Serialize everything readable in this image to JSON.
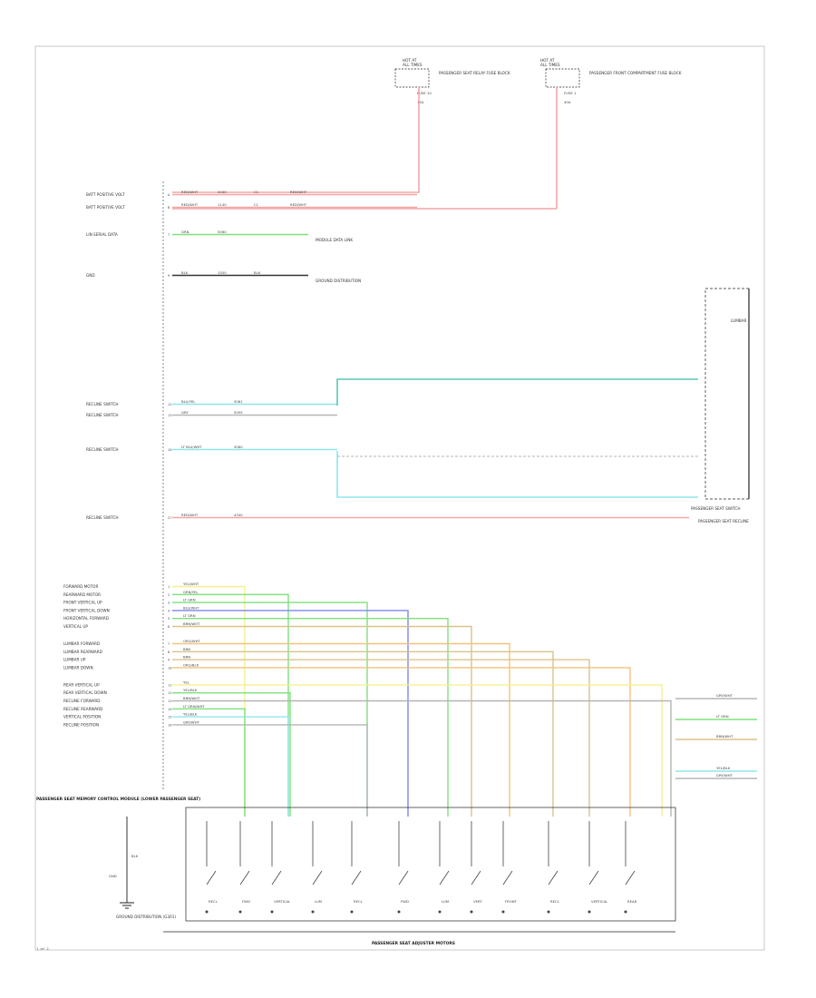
{
  "colors": {
    "red": "#f2a6a6",
    "green": "#7de07d",
    "cyan": "#8fe6ea",
    "teal": "#58c9b3",
    "yellow": "#f6f08a",
    "blue": "#7f86f0",
    "orange": "#f5c27a",
    "tan": "#d9c38a",
    "gray": "#b5b5b5",
    "black": "#333333"
  },
  "top_fuses": [
    {
      "line1": "HOT AT",
      "line2": "ALL TIMES",
      "fuse": "FUSE 10",
      "amp": "15A",
      "label": "PASSENGER SEAT RELAY FUSE BLOCK",
      "wire": "RED/WHT"
    },
    {
      "line1": "HOT AT",
      "line2": "ALL TIMES",
      "fuse": "FUSE 1",
      "amp": "40A",
      "label": "PASSENGER FRONT COMPARTMENT FUSE BLOCK",
      "wire": "RED/WHT"
    }
  ],
  "upper_rows": [
    {
      "label": "BATT POSITIVE VOLT",
      "pin": "A",
      "wires": [
        "RED/WHT",
        "2040",
        "C1",
        "RED/WHT"
      ],
      "color": "red"
    },
    {
      "label": "BATT POSITIVE VOLT",
      "pin": "B",
      "wires": [
        "RED/WHT",
        "1140",
        "C1",
        "RED/WHT"
      ],
      "color": "red"
    },
    {
      "label": "LIN SERIAL DATA",
      "pin": "7",
      "wires": [
        "GRN",
        "5060"
      ],
      "color": "green",
      "dest": "MODULE DATA LINK"
    },
    {
      "label": "GND",
      "pin": "9",
      "wires": [
        "BLK",
        "1550",
        "BLK"
      ],
      "color": "black",
      "dest": "GROUND DISTRIBUTION"
    }
  ],
  "switch_block_rows": [
    {
      "label": "RECLINE SWITCH",
      "pin": "12",
      "wire": "BLU/YEL",
      "circuit": "5061",
      "color": "cyan"
    },
    {
      "label": "RECLINE SWITCH",
      "pin": "13",
      "wire": "GRY",
      "circuit": "5055",
      "color": "gray"
    },
    {
      "label": "RECLINE SWITCH",
      "pin": "16",
      "wire": "LT BLU/WHT",
      "circuit": "5060",
      "color": "cyan"
    },
    {
      "label": "RECLINE SWITCH",
      "pin": "27",
      "wire": "RED/WHT",
      "circuit": "4340",
      "color": "red",
      "dest": "PASSENGER SEAT RECLINE"
    }
  ],
  "mid_rows": [
    {
      "label": "FORWARD MOTOR",
      "pin": "1",
      "wire": "YEL/WHT",
      "color": "yellow"
    },
    {
      "label": "REARWARD MOTOR",
      "pin": "2",
      "wire": "GRN/YEL",
      "color": "green"
    },
    {
      "label": "FRONT VERTICAL UP",
      "pin": "3",
      "wire": "LT GRN",
      "color": "green"
    },
    {
      "label": "FRONT VERTICAL DOWN",
      "pin": "4",
      "wire": "BLU/WHT",
      "color": "blue"
    },
    {
      "label": "HORIZONTAL FORWARD",
      "pin": "5",
      "wire": "LT GRN",
      "color": "green"
    },
    {
      "label": "VERTICAL UP",
      "pin": "6",
      "wire": "BRN/WHT",
      "color": "tan"
    },
    {
      "label": "LUMBAR FORWARD",
      "pin": "7",
      "wire": "ORG/WHT",
      "color": "orange"
    },
    {
      "label": "LUMBAR REARWARD",
      "pin": "8",
      "wire": "BRN",
      "color": "tan"
    },
    {
      "label": "LUMBAR UP",
      "pin": "9",
      "wire": "BRN",
      "color": "tan"
    },
    {
      "label": "LUMBAR DOWN",
      "pin": "10",
      "wire": "ORG/BLK",
      "color": "orange"
    },
    {
      "label": "REAR VERTICAL UP",
      "pin": "11",
      "wire": "YEL",
      "color": "yellow"
    },
    {
      "label": "REAR VERTICAL DOWN",
      "pin": "12",
      "wire": "YEL/BLK",
      "color": "green"
    },
    {
      "label": "RECLINE FORWARD",
      "pin": "13",
      "wire": "BRN/WHT",
      "color": "gray"
    },
    {
      "label": "RECLINE REARWARD",
      "pin": "14",
      "wire": "LT GRN/WHT",
      "color": "green"
    },
    {
      "label": "VERTICAL POSITION",
      "pin": "15",
      "wire": "YEL/BLK",
      "color": "cyan"
    },
    {
      "label": "RECLINE POSITION",
      "pin": "16",
      "wire": "GRY/WHT",
      "color": "gray"
    }
  ],
  "right_outputs": [
    {
      "wire": "GRY/WHT"
    },
    {
      "wire": "LT GRN"
    },
    {
      "wire": "BRN/WHT"
    },
    {
      "wire": "YEL/BLK"
    },
    {
      "wire": "GRY/WHT"
    }
  ],
  "passenger_switch": {
    "label": "PASSENGER SEAT SWITCH",
    "lumbar": "LUMBAR"
  },
  "module": {
    "title": "PASSENGER SEAT MEMORY CONTROL MODULE (LOWER PASSENGER SEAT)"
  },
  "motor_bank": {
    "title": "PASSENGER SEAT ADJUSTER MOTORS",
    "motors": [
      "RECL",
      "FWD",
      "VERTICAL",
      "LUM",
      "RECL",
      "FWD",
      "LUM",
      "VERT",
      "FRONT",
      "RECL",
      "VERTICAL",
      "REAR"
    ]
  },
  "ground": {
    "wire": "BLK",
    "label": "GND",
    "dest": "GROUND DISTRIBUTION (G301)"
  },
  "footer": "1 of 2"
}
